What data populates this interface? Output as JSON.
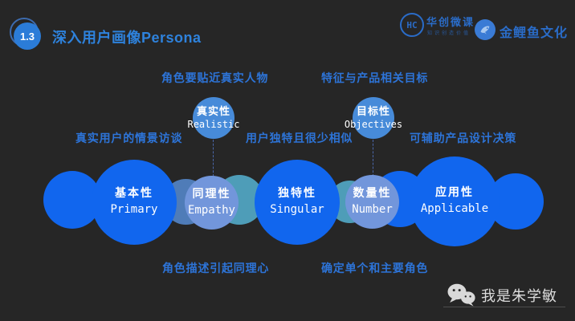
{
  "slide": {
    "badge": "1.3",
    "title": "深入用户画像Persona"
  },
  "header_logos": {
    "hc_monogram": "HC",
    "hc_name": "华创微课",
    "hc_tagline": "知识创造价值",
    "koi_name": "金鲤鱼文化"
  },
  "annotations": {
    "top_left": "角色要贴近真实人物",
    "top_right": "特征与产品相关目标",
    "mid_left": "真实用户的情景访谈",
    "mid_center": "用户独特且很少相似",
    "mid_right": "可辅助产品设计决策",
    "bottom_left": "角色描述引起同理心",
    "bottom_right": "确定单个和主要角色"
  },
  "satellites": [
    {
      "zh": "真实性",
      "en": "Realistic"
    },
    {
      "zh": "目标性",
      "en": "Objectives"
    }
  ],
  "bubbles": [
    {
      "zh": "基本性",
      "en": "Primary"
    },
    {
      "zh": "同理性",
      "en": "Empathy"
    },
    {
      "zh": "独特性",
      "en": "Singular"
    },
    {
      "zh": "数量性",
      "en": "Number"
    },
    {
      "zh": "应用性",
      "en": "Applicable"
    }
  ],
  "footer": {
    "wechat_name": "我是朱学敏"
  },
  "icons": {
    "hc_logo": "hc-monogram-circle-icon",
    "koi_logo": "koi-fish-circle-icon",
    "wechat": "wechat-icon"
  },
  "colors": {
    "background": "#262626",
    "accent_text_blue": "#2d74d8",
    "title_blue": "#2e82dc",
    "logo_blue": "#2a6cc8",
    "bubble_bright_blue": "#1166ee",
    "bubble_periwinkle": "#7296db",
    "bubble_steel_blue": "#4f7cb8",
    "bubble_teal": "#4e9db8",
    "satellite_blue": "#478bd9",
    "footer_text_gray": "#dcdcdc"
  }
}
